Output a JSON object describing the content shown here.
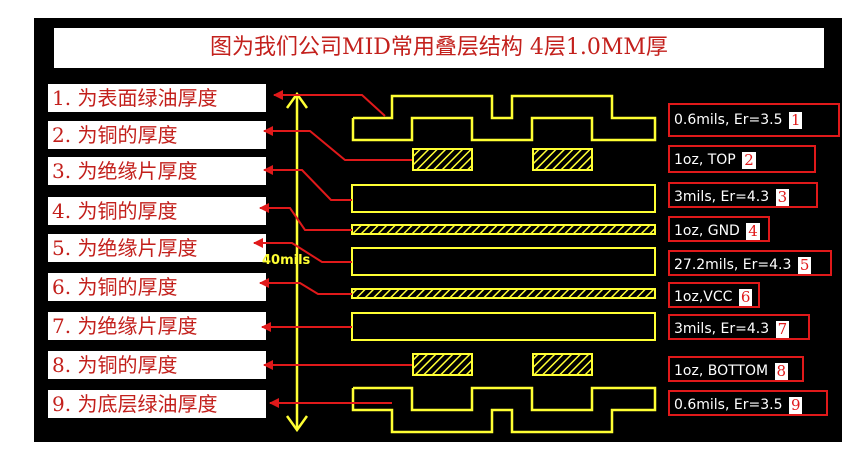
{
  "title": "图为我们公司MID常用叠层结构 4层1.0MM厚",
  "thickness_label": "40mils",
  "left_labels": [
    "1. 为表面绿油厚度",
    "2. 为铜的厚度",
    "3. 为绝缘片厚度",
    "4. 为铜的厚度",
    "5. 为绝缘片厚度",
    "6. 为铜的厚度",
    "7. 为绝缘片厚度",
    "8. 为铜的厚度",
    "9. 为底层绿油厚度"
  ],
  "right_labels": [
    {
      "text": "0.6mils, Er=3.5",
      "num": "1"
    },
    {
      "text": "1oz, TOP",
      "num": "2"
    },
    {
      "text": "3mils, Er=4.3",
      "num": "3"
    },
    {
      "text": "1oz, GND",
      "num": "4"
    },
    {
      "text": "27.2mils, Er=4.3",
      "num": "5"
    },
    {
      "text": "1oz,VCC",
      "num": "6"
    },
    {
      "text": "3mils, Er=4.3",
      "num": "7"
    },
    {
      "text": "1oz, BOTTOM",
      "num": "8"
    },
    {
      "text": "0.6mils, Er=3.5",
      "num": "9"
    }
  ],
  "colors": {
    "background": "#000000",
    "layer_outline": "#ffff33",
    "label_text": "#c3201c",
    "arrow": "#e0191a",
    "right_text": "#ffffff"
  }
}
